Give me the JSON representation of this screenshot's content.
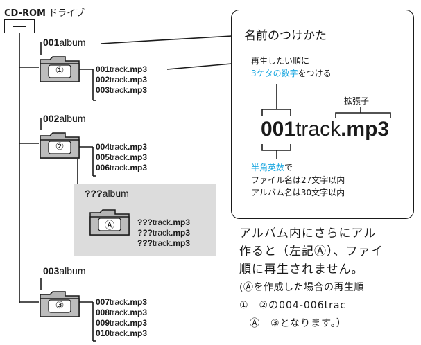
{
  "header": {
    "drive_label": "CD-ROM",
    "drive_suffix": "ドライブ"
  },
  "folders": [
    {
      "num": "001",
      "name": "album",
      "badge": "①",
      "tracks": [
        {
          "num": "001",
          "name": "track",
          "ext": ".mp3"
        },
        {
          "num": "002",
          "name": "track",
          "ext": ".mp3"
        },
        {
          "num": "003",
          "name": "track",
          "ext": ".mp3"
        }
      ]
    },
    {
      "num": "002",
      "name": "album",
      "badge": "②",
      "tracks": [
        {
          "num": "004",
          "name": "track",
          "ext": ".mp3"
        },
        {
          "num": "005",
          "name": "track",
          "ext": ".mp3"
        },
        {
          "num": "006",
          "name": "track",
          "ext": ".mp3"
        }
      ]
    },
    {
      "num": "???",
      "name": "album",
      "badge": "Ⓐ",
      "tracks": [
        {
          "num": "???",
          "name": "track",
          "ext": ".mp3"
        },
        {
          "num": "???",
          "name": "track",
          "ext": ".mp3"
        },
        {
          "num": "???",
          "name": "track",
          "ext": ".mp3"
        }
      ]
    },
    {
      "num": "003",
      "name": "album",
      "badge": "③",
      "tracks": [
        {
          "num": "007",
          "name": "track",
          "ext": ".mp3"
        },
        {
          "num": "008",
          "name": "track",
          "ext": ".mp3"
        },
        {
          "num": "009",
          "name": "track",
          "ext": ".mp3"
        },
        {
          "num": "010",
          "name": "track",
          "ext": ".mp3"
        }
      ]
    }
  ],
  "panel": {
    "title": "名前のつけかた",
    "order_line": "再生したい順に",
    "digits_highlight": "3ケタの数字",
    "digits_suffix": "をつける",
    "ext_label": "拡張子",
    "example_num": "001",
    "example_name": "track",
    "example_ext": ".mp3",
    "alnum_highlight": "半角英数",
    "alnum_suffix": "で",
    "file_rule": "ファイル名は27文字以内",
    "album_rule": "アルバム名は30文字以内"
  },
  "note": {
    "line1": "アルバム内にさらにアル",
    "line2": "作ると（左記Ⓐ）、ファイ",
    "line3": "順に再生されません。",
    "line4": "(Ⓐを作成した場合の再生順",
    "line5": "①　②の004-006trac",
    "line6": "　Ⓐ　③となります。）"
  },
  "colors": {
    "accent": "#1aa7e0",
    "nested_bg": "#dcdcdc",
    "folder": "#b3b3b3"
  }
}
